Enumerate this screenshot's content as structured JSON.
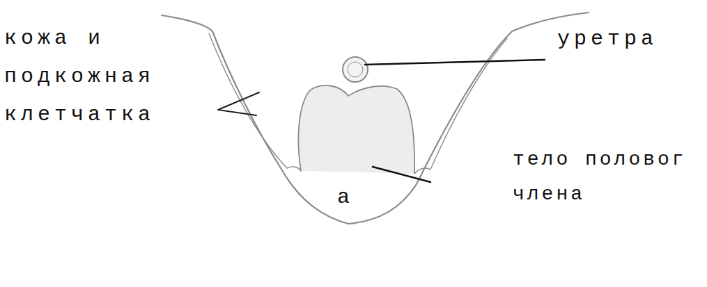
{
  "diagram": {
    "labels": [
      "кожа и подкожная клетчатка",
      "уретра",
      "тело половог члена",
      "а"
    ]
  }
}
